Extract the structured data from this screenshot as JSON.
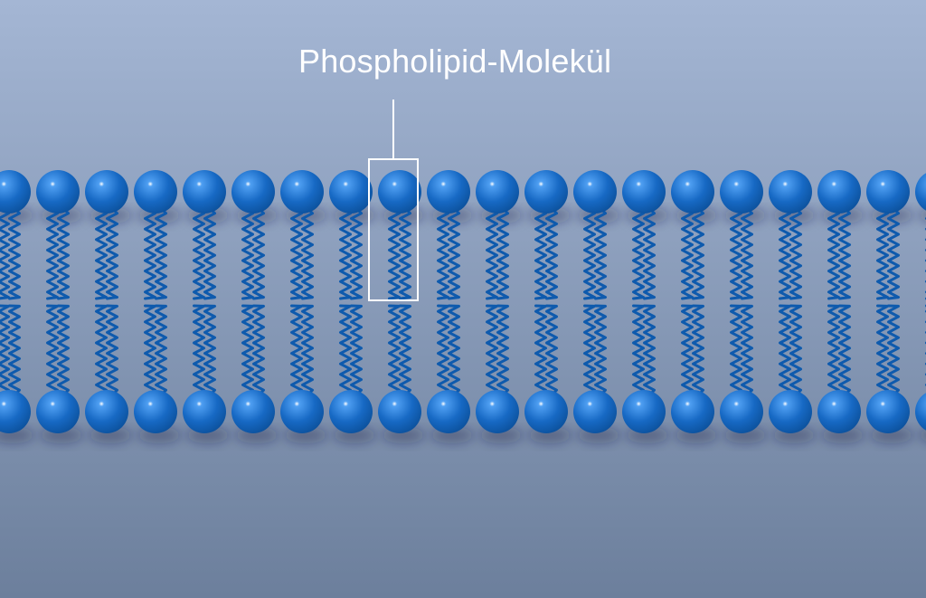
{
  "diagram": {
    "label": "Phospholipid-Molekül",
    "molecule_count_per_leaflet": 20,
    "highlighted_molecule_index": 8
  },
  "colors": {
    "background_top": "#a4b6d4",
    "background_bottom": "#6c7f9c",
    "head_dark": "#0b4f99",
    "head_mid": "#1769c4",
    "head_light": "#4f9ff2",
    "tail_color": "#0e5aad",
    "callout_color": "#ffffff"
  }
}
